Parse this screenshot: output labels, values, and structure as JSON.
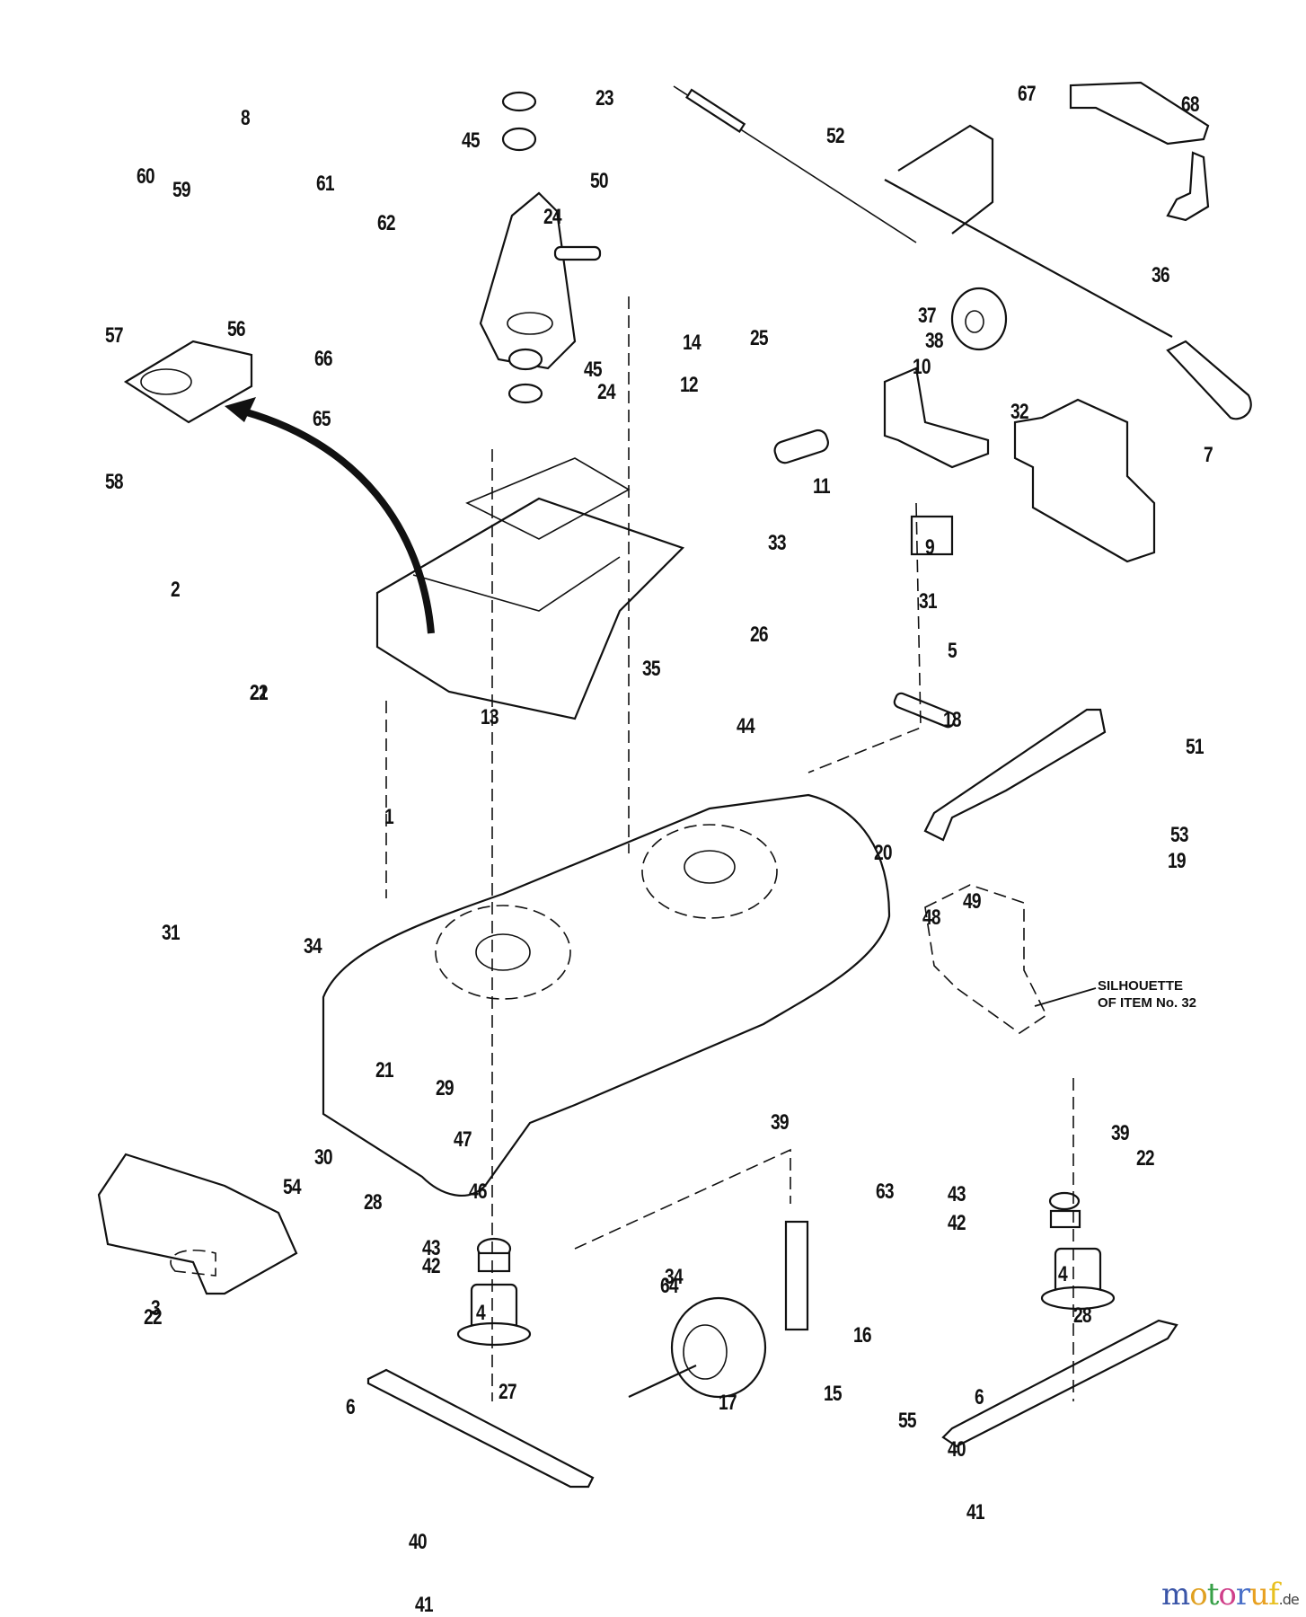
{
  "diagram": {
    "type": "exploded-parts-diagram",
    "subject": "Mower deck assembly",
    "callouts": [
      "1",
      "2",
      "3",
      "4",
      "4",
      "5",
      "6",
      "6",
      "7",
      "8",
      "9",
      "10",
      "11",
      "12",
      "13",
      "14",
      "15",
      "16",
      "17",
      "18",
      "19",
      "20",
      "21",
      "21",
      "22",
      "22",
      "22",
      "23",
      "24",
      "24",
      "25",
      "26",
      "27",
      "28",
      "28",
      "29",
      "30",
      "31",
      "31",
      "32",
      "33",
      "34",
      "34",
      "35",
      "36",
      "37",
      "38",
      "39",
      "39",
      "40",
      "40",
      "41",
      "41",
      "42",
      "42",
      "43",
      "43",
      "44",
      "45",
      "45",
      "46",
      "47",
      "48",
      "49",
      "50",
      "51",
      "52",
      "53",
      "54",
      "55",
      "56",
      "57",
      "58",
      "59",
      "60",
      "61",
      "62",
      "63",
      "64",
      "65",
      "66",
      "67",
      "68"
    ],
    "note": {
      "line1": "SILHOUETTE",
      "line2": "OF ITEM No. 32"
    }
  },
  "watermark": {
    "letters": [
      "m",
      "o",
      "t",
      "o",
      "r",
      "u",
      "f"
    ],
    "colors": [
      "#3a55a8",
      "#e0a020",
      "#38a048",
      "#d0408a",
      "#4a70c8",
      "#e8a020",
      "#e8c020"
    ],
    "tld": ".de"
  }
}
